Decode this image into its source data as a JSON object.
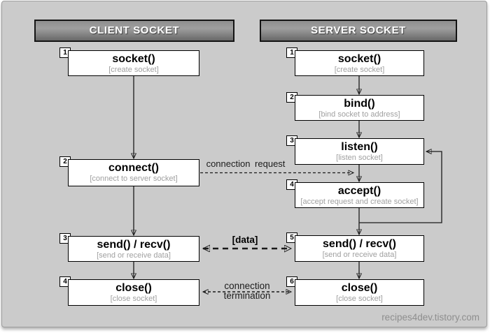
{
  "canvas": {
    "background": "#cbcbcb",
    "line_color": "#1a1a1a",
    "watermark": "recipes4dev.tistory.com"
  },
  "client": {
    "header": "CLIENT SOCKET",
    "steps": [
      {
        "num": "1",
        "title": "socket()",
        "subtitle": "[create socket]"
      },
      {
        "num": "2",
        "title": "connect()",
        "subtitle": "[connect to server socket]"
      },
      {
        "num": "3",
        "title": "send() / recv()",
        "subtitle": "[send or receive data]"
      },
      {
        "num": "4",
        "title": "close()",
        "subtitle": "[close socket]"
      }
    ]
  },
  "server": {
    "header": "SERVER SOCKET",
    "steps": [
      {
        "num": "1",
        "title": "socket()",
        "subtitle": "[create socket]"
      },
      {
        "num": "2",
        "title": "bind()",
        "subtitle": "[bind socket to address]"
      },
      {
        "num": "3",
        "title": "listen()",
        "subtitle": "[listen socket]"
      },
      {
        "num": "4",
        "title": "accept()",
        "subtitle": "[accept request and create socket]"
      },
      {
        "num": "5",
        "title": "send() / recv()",
        "subtitle": "[send or receive data]"
      },
      {
        "num": "6",
        "title": "close()",
        "subtitle": "[close socket]"
      }
    ]
  },
  "arrows": {
    "connection_request": "connection request",
    "data": "[data]",
    "termination_line1": "connection",
    "termination_line2": "termination"
  }
}
